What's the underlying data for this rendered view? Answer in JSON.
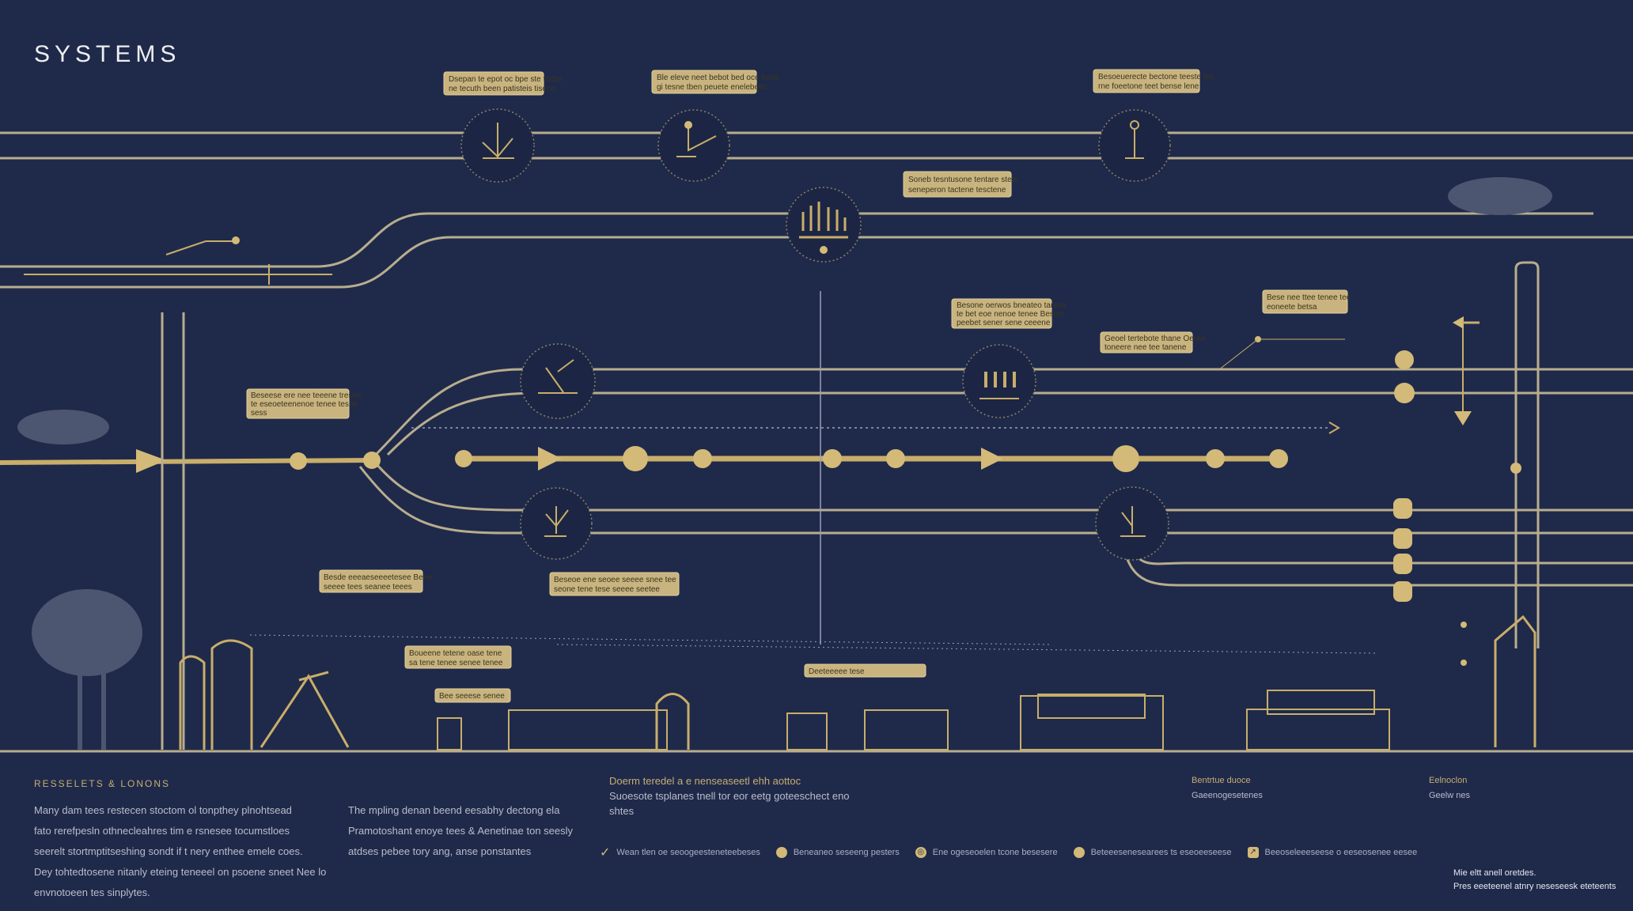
{
  "title": "SYSTEMS",
  "labels": [
    {
      "l1": "Dsepan te epot oc bpe ste tcebe",
      "l2": "ne tecuth been patisteis tisene"
    },
    {
      "l1": "Ble eleve neet bebot bed oce tncre",
      "l2": "gi tesne tben peuete enelebetic"
    },
    {
      "l1": "Besoeuerecte bectone teeste lec",
      "l2": "rne foeetone teet bense lene"
    },
    {
      "l1": "Soneb tesntusone tentare stete",
      "l2": "seneperon tactene tesctene"
    },
    {
      "l1": "Besone oerwos bneateo tantee",
      "l2": "te bet eoe nenoe tenee Bestec",
      "l3": "peebet sener sene ceeene"
    },
    {
      "l1": "Geoel tertebote thane Oeree",
      "l2": "toneere nee tee tanene"
    },
    {
      "l1": "Bese nee ttee tenee tee",
      "l2": "eoneete betsa"
    },
    {
      "l1": "Beseese ere nee teeene tresee",
      "l2": "te eseoeteenenoe tenee tesne",
      "l3": "sess"
    },
    {
      "l1": "Besde eeeaeseeeetesee Beee",
      "l2": "seeee tees seanee teees"
    },
    {
      "l1": "Beseoe ene seoee seeee snee tee",
      "l2": "seone tene tese seeee seetee"
    },
    {
      "l1": "Boueene tetene oase tene",
      "l2": "sa tene tenee senee tenee"
    },
    {
      "l1": "Bee seeese senee"
    },
    {
      "l1": "Deeteeeee tese"
    }
  ],
  "footer": {
    "heading": "RESSELETS & LONONS",
    "col1": [
      "Many dam tees restecen stoctom ol tonpthey plnohtsead",
      "fato rerefpesln othnecleahres tim e rsnesee tocumstloes",
      "seerelt stortmptitseshing sondt if t nery enthee emele coes.",
      "Dey tohtedtosene nitanly eteing teneeel on psoene sneet Nee lo",
      "envnotoeen tes sinplytes."
    ],
    "col2": [
      "The mpling denan beend eesabhy  dectong ela",
      "Pramotoshant enoye tees & Aenetinae ton seesly",
      "atdses pebee tory ang, anse ponstantes"
    ],
    "col3": [
      "Doerm teredel a e nenseaseetl ehh  aottoc",
      "Suoesote tsplanes tnell tor eor eetg goteeschect eno",
      "shtes"
    ],
    "col4": [
      "Bentrtue duoce",
      "Gaeenogesetenes"
    ],
    "col5": [
      "Eelnoclon",
      "Geelw nes"
    ],
    "legend": [
      {
        "icon": "check-icon",
        "label": "Wean tlen oe seoogeesteneteebeses"
      },
      {
        "icon": "dot-icon",
        "label": "Beneaneo seseeng pesters"
      },
      {
        "icon": "target-icon",
        "label": "Ene ogeseoelen tcone besesere"
      },
      {
        "icon": "dot-icon",
        "label": "Beteeesenesearees ts eseoeeseese"
      },
      {
        "icon": "tag-icon",
        "label": "Beeoseleeeseese o eeseosenee eesee"
      }
    ],
    "note": [
      "Mie eltt anell oretdes.",
      "Pres eeeteenel atnry neseseesk eteteents"
    ]
  },
  "colors": {
    "background": "#1f2a4a",
    "gold": "#c9ae6a",
    "label": "#c9b47f"
  }
}
